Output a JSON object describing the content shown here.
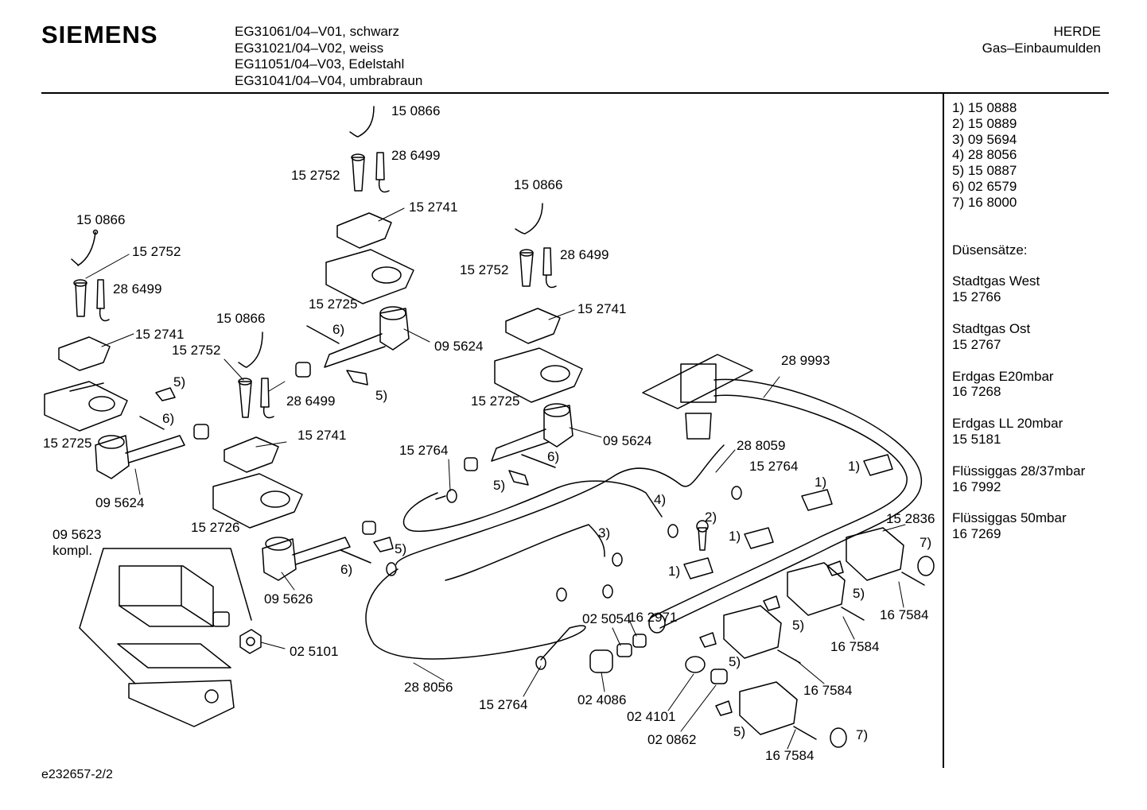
{
  "header": {
    "brand": "SIEMENS",
    "models": [
      "EG31061/04–V01, schwarz",
      "EG31021/04–V02, weiss",
      "EG11051/04–V03, Edelstahl",
      "EG31041/04–V04, umbrabraun"
    ],
    "category": "HERDE",
    "subcategory": "Gas–Einbaumulden"
  },
  "legend": {
    "items": [
      "1)  15 0888",
      "2)  15 0889",
      "3)  09 5694",
      "4)  28 8056",
      "5)  15 0887",
      "6)  02 6579",
      "7)  16 8000"
    ],
    "nozzle_title": "Düsensätze:",
    "nozzle_sets": [
      {
        "name": "Stadtgas West",
        "part": "15 2766"
      },
      {
        "name": "Stadtgas Ost",
        "part": "15 2767"
      },
      {
        "name": "Erdgas E20mbar",
        "part": "16 7268"
      },
      {
        "name": "Erdgas LL 20mbar",
        "part": "15 5181"
      },
      {
        "name": "Flüssiggas 28/37mbar",
        "part": "16 7992"
      },
      {
        "name": "Flüssiggas 50mbar",
        "part": "16 7269"
      }
    ]
  },
  "footer": "e232657-2/2",
  "parts": {
    "p150866": "15 0866",
    "p286499": "28 6499",
    "p152752": "15 2752",
    "p152741": "15 2741",
    "p152725": "15 2725",
    "p152726": "15 2726",
    "p095624": "09 5624",
    "p095626": "09 5626",
    "p095623": "09 5623",
    "kompl": "kompl.",
    "p025101": "02 5101",
    "p289993": "28 9993",
    "p288059": "28 8059",
    "p152764": "15 2764",
    "p152836": "15 2836",
    "p162971": "16 2971",
    "p025054": "02 5054",
    "p024086": "02 4086",
    "p024101": "02 4101",
    "p020862": "02 0862",
    "p288056": "28 8056",
    "p167584": "16 7584",
    "r1": "1)",
    "r2": "2)",
    "r3": "3)",
    "r4": "4)",
    "r5": "5)",
    "r6": "6)",
    "r7": "7)"
  }
}
